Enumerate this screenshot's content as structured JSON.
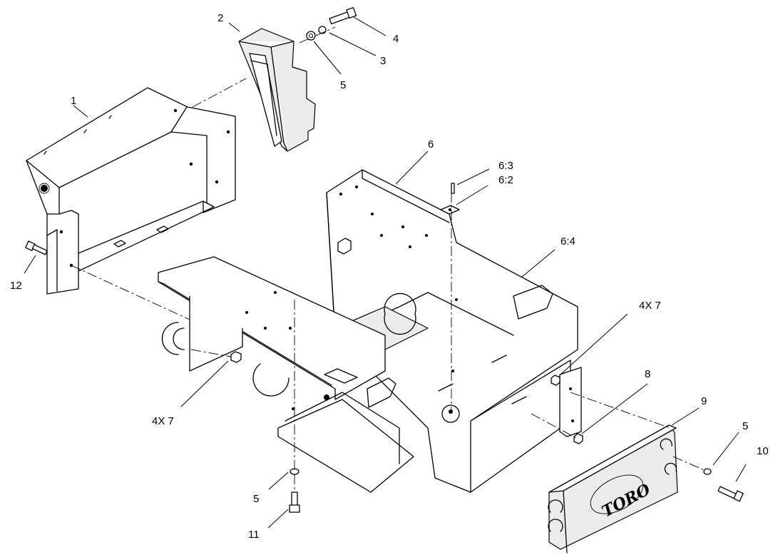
{
  "callouts": {
    "c1": "1",
    "c2": "2",
    "c3": "3",
    "c4": "4",
    "c5a": "5",
    "c5b": "5",
    "c5c": "5",
    "c6": "6",
    "c6_2": "6:2",
    "c6_3": "6:3",
    "c6_4": "6:4",
    "c7a": "4X 7",
    "c7b": "4X 7",
    "c8": "8",
    "c9": "9",
    "c10": "10",
    "c11": "11",
    "c12": "12"
  },
  "logo": {
    "text": "TORO"
  }
}
